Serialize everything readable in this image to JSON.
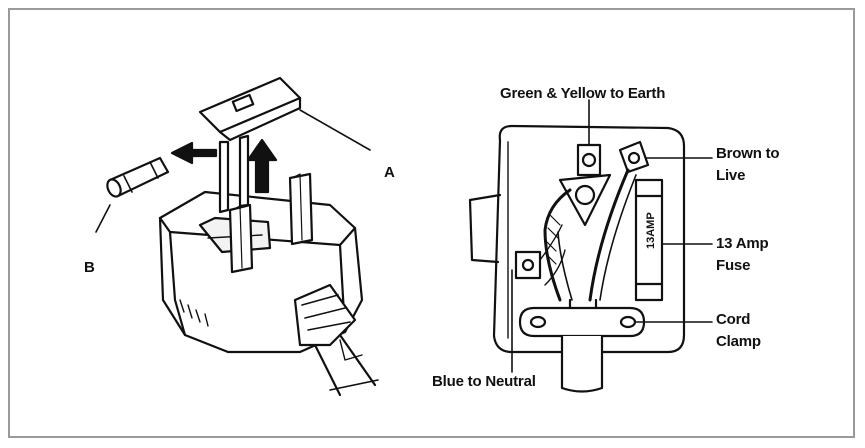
{
  "diagram": {
    "left_figure": {
      "label_a": "A",
      "label_b": "B"
    },
    "right_figure": {
      "earth_label": "Green & Yellow to Earth",
      "live_label_line1": "Brown to",
      "live_label_line2": "Live",
      "fuse_label_line1": "13 Amp",
      "fuse_label_line2": "Fuse",
      "fuse_marking": "13AMP",
      "clamp_label_line1": "Cord",
      "clamp_label_line2": "Clamp",
      "neutral_label": "Blue to Neutral"
    }
  }
}
